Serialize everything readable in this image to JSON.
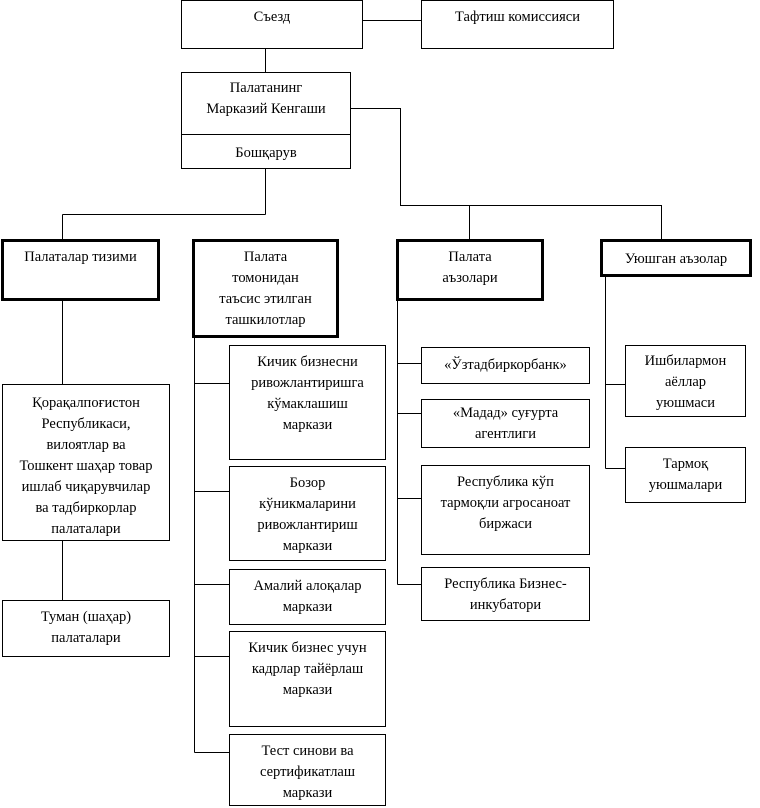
{
  "top": {
    "congress": "Съезд",
    "audit": "Тафтиш комиссияси"
  },
  "council": {
    "lines": [
      "Палатанинг",
      "Марказий Кенгаши"
    ],
    "board": "Бошқарув"
  },
  "branches": {
    "chambers": {
      "title": "Палаталар тизими",
      "regional": [
        "Қорақалпоғистон",
        "Республикаси,",
        "вилоятлар ва",
        "Тошкент шаҳар товар",
        "ишлаб чиқарувчилар",
        "ва тадбиркорлар",
        "палаталари"
      ],
      "district": [
        "Туман (шаҳар)",
        "палаталари"
      ]
    },
    "founded": {
      "title": [
        "Палата",
        "томонидан",
        "таъсис этилган",
        "ташкилотлар"
      ],
      "items": [
        [
          "Кичик  бизнесни",
          "ривожлантиришга",
          "кўмаклашиш",
          "маркази"
        ],
        [
          "Бозор",
          "кўникмаларини",
          "ривожлантириш",
          "маркази"
        ],
        [
          "Амалий алоқалар",
          "маркази"
        ],
        [
          "Кичик  бизнес учун",
          "кадрлар тайёрлаш",
          "маркази"
        ],
        [
          "Тест синови ва",
          "сертификатлаш",
          "маркази"
        ]
      ]
    },
    "members": {
      "title": [
        "Палата",
        "аъзолари"
      ],
      "items": [
        [
          "«Ўзтадбиркорбанк»"
        ],
        [
          "«Мадад» суғурта",
          "агентлиги"
        ],
        [
          "Республика кўп",
          "тармоқли агросаноат",
          "биржаси"
        ],
        [
          "Республика Бизнес-",
          "инкубатори"
        ]
      ]
    },
    "associated": {
      "title": "Уюшган аъзолар",
      "items": [
        [
          "Ишбилармон",
          "аёллар",
          "уюшмаси"
        ],
        [
          "Тармоқ",
          "уюшмалари"
        ]
      ]
    }
  }
}
